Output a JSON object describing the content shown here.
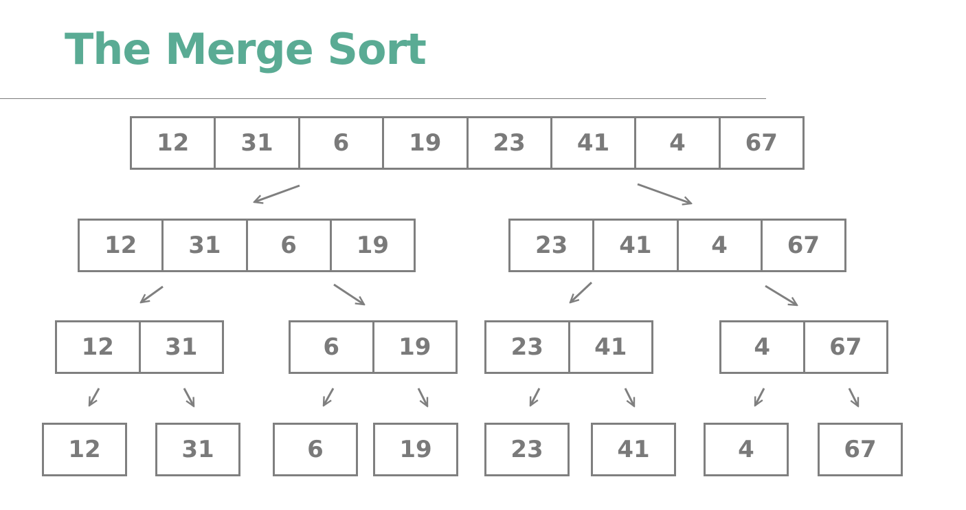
{
  "title": "The Merge Sort",
  "accent_color": "#5aab94",
  "line_color": "#7f7f7f",
  "levels": [
    [
      [
        "12",
        "31",
        "6",
        "19",
        "23",
        "41",
        "4",
        "67"
      ]
    ],
    [
      [
        "12",
        "31",
        "6",
        "19"
      ],
      [
        "23",
        "41",
        "4",
        "67"
      ]
    ],
    [
      [
        "12",
        "31"
      ],
      [
        "6",
        "19"
      ],
      [
        "23",
        "41"
      ],
      [
        "4",
        "67"
      ]
    ],
    [
      [
        "12"
      ],
      [
        "31"
      ],
      [
        "6"
      ],
      [
        "19"
      ],
      [
        "23"
      ],
      [
        "41"
      ],
      [
        "4"
      ],
      [
        "67"
      ]
    ]
  ]
}
